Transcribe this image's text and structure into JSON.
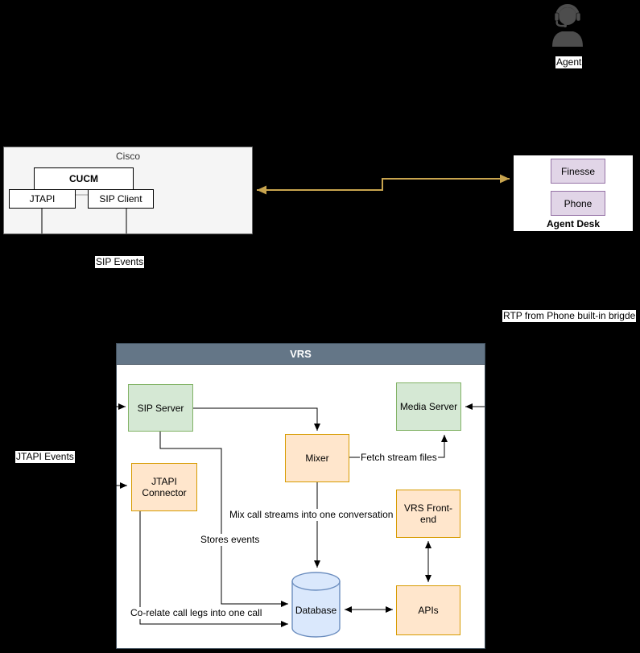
{
  "agent": {
    "label": "Agent"
  },
  "cisco": {
    "title": "Cisco",
    "cucm": "CUCM",
    "jtapi": "JTAPI",
    "sip_client": "SIP Client"
  },
  "agent_desk": {
    "title": "Agent Desk",
    "finesse": "Finesse",
    "phone": "Phone"
  },
  "vrs": {
    "title": "VRS",
    "sip_server": "SIP Server",
    "media_server": "Media Server",
    "mixer": "Mixer",
    "jtapi_connector": "JTAPI Connector",
    "vrs_front_end": "VRS Front-end",
    "apis": "APIs",
    "database": "Database"
  },
  "edge_labels": {
    "sip_events": "SIP Events",
    "jtapi_events": "JTAPI Events",
    "rtp_bridge": "RTP from Phone built-in brigde",
    "stores_events": "Stores events",
    "mix_streams": "Mix call streams into one conversation",
    "corelate": "Co-relate call legs into one call",
    "fetch_stream_files": "Fetch stream files"
  },
  "colors": {
    "canvas_bg": "#000000",
    "arrow_black": "#000000",
    "arrow_gold": "#C8A44E",
    "link_gray": "#999999",
    "vrs_header_fill": "#647687",
    "vrs_border": "#3F4E5C",
    "green_fill": "#D5E8D4",
    "green_stroke": "#82B366",
    "orange_fill": "#FFE6CC",
    "orange_stroke": "#D79B00",
    "purple_fill": "#E1D5E7",
    "purple_stroke": "#9673A6",
    "blue_fill": "#DAE8FC",
    "blue_stroke": "#6C8EBF",
    "gray_fill": "#F5F5F5",
    "gray_stroke": "#666666",
    "icon_gray": "#4D4D4D"
  }
}
